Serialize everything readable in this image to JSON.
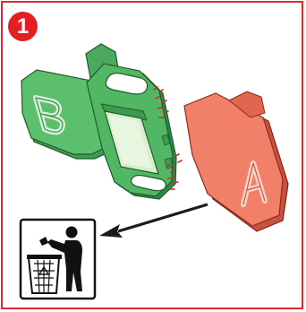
{
  "step": {
    "number": "1"
  },
  "piece_b": {
    "letter": "B",
    "color": "#5cbf6e"
  },
  "piece_a": {
    "letter": "A",
    "color": "#f27f68"
  },
  "colors": {
    "frame_border": "#d92b31",
    "badge": "#e41f24",
    "arrow": "#1a1a1a"
  },
  "icons": {
    "trash_sign": "dispose-in-bin-icon",
    "arrow": "arrow-to-bin-icon"
  }
}
